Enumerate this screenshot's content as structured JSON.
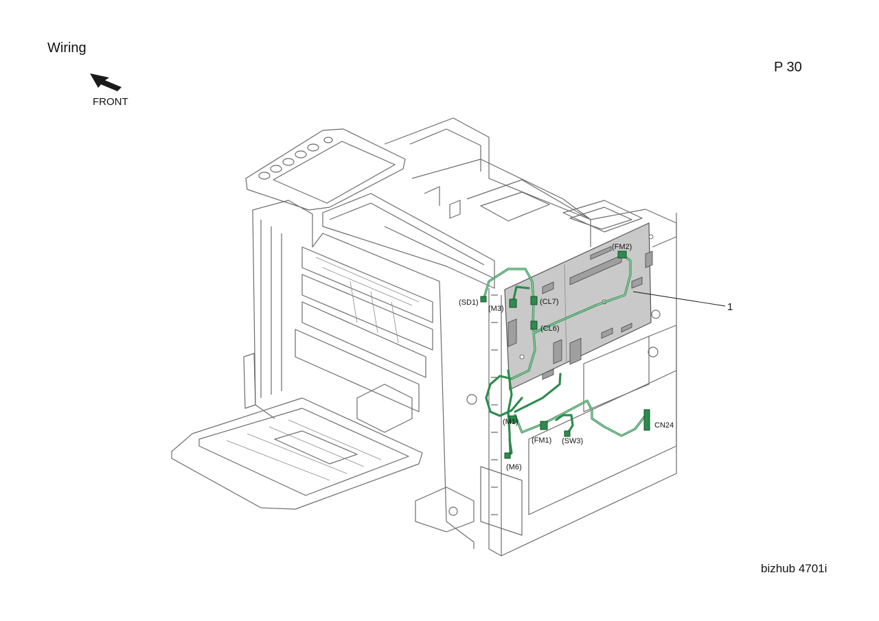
{
  "header": {
    "section_title": "Wiring",
    "page_number": "P 30",
    "front_label": "FRONT"
  },
  "footer": {
    "model_name": "bizhub 4701i"
  },
  "colors": {
    "wire": "#2e8b4e",
    "board": "#c9c9c9",
    "outline": "#6b6b6b"
  },
  "connectors": {
    "sd1": "(SD1)",
    "m3": "(M3)",
    "cl7": "(CL7)",
    "cl6": "(CL6)",
    "fm2": "(FM2)",
    "m1": "(M1)",
    "fm1": "(FM1)",
    "sw3": "(SW3)",
    "m6": "(M6)",
    "cn24": "CN24"
  },
  "callout": {
    "ref_number": "1"
  }
}
